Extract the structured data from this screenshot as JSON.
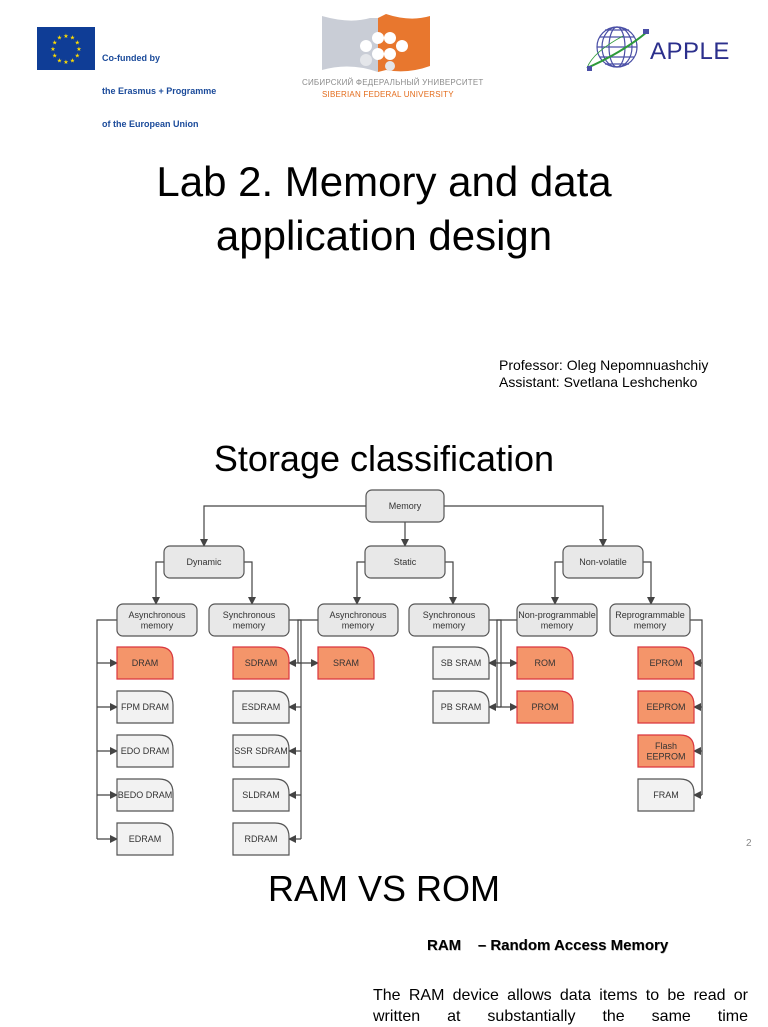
{
  "header": {
    "eu_logo": {
      "icon": "eu-flag-icon",
      "text_lines": [
        "Co-funded by",
        "the Erasmus + Programme",
        "of the European Union"
      ]
    },
    "sfu_logo": {
      "icon": "sfu-logo-icon",
      "name_ru": "СИБИРСКИЙ ФЕДЕРАЛЬНЫЙ УНИВЕРСИТЕТ",
      "name_en": "SIBERIAN FEDERAL UNIVERSITY"
    },
    "apple_logo": {
      "icon": "globe-icon",
      "text": "APPLE"
    }
  },
  "title": {
    "line1": "Lab 2. Memory and data",
    "line2": "application design"
  },
  "authors": {
    "professor": "Professor: Oleg Nepomnuashchiy",
    "assistant": "Assistant: Svetlana Leshchenko"
  },
  "storage_section": {
    "title": "Storage classification",
    "page_number": "2",
    "colors": {
      "node_fill": "#e8e8e8",
      "leaf_fill": "#f2f2f2",
      "highlight_fill": "#f4956a",
      "highlight_border": "#d9363e",
      "line": "#444444"
    },
    "diagram": {
      "root": "Memory",
      "categories": [
        {
          "label": "Dynamic",
          "subgroups": [
            {
              "label": "Asynchronous memory",
              "items": [
                {
                  "label": "DRAM",
                  "highlight": true
                },
                {
                  "label": "FPM DRAM",
                  "highlight": false
                },
                {
                  "label": "EDO DRAM",
                  "highlight": false
                },
                {
                  "label": "BEDO DRAM",
                  "highlight": false
                },
                {
                  "label": "EDRAM",
                  "highlight": false
                }
              ]
            },
            {
              "label": "Synchronous memory",
              "items": [
                {
                  "label": "SDRAM",
                  "highlight": true
                },
                {
                  "label": "ESDRAM",
                  "highlight": false
                },
                {
                  "label": "SSR SDRAM",
                  "highlight": false
                },
                {
                  "label": "SLDRAM",
                  "highlight": false
                },
                {
                  "label": "RDRAM",
                  "highlight": false
                }
              ]
            }
          ]
        },
        {
          "label": "Static",
          "subgroups": [
            {
              "label": "Asynchronous memory",
              "items": [
                {
                  "label": "SRAM",
                  "highlight": true
                }
              ]
            },
            {
              "label": "Synchronous memory",
              "items": [
                {
                  "label": "SB SRAM",
                  "highlight": false
                },
                {
                  "label": "PB SRAM",
                  "highlight": false
                }
              ]
            }
          ]
        },
        {
          "label": "Non-volatile",
          "subgroups": [
            {
              "label": "Non-programmable memory",
              "items": [
                {
                  "label": "ROM",
                  "highlight": true
                },
                {
                  "label": "PROM",
                  "highlight": true
                }
              ]
            },
            {
              "label": "Reprogrammable memory",
              "items": [
                {
                  "label": "EPROM",
                  "highlight": true
                },
                {
                  "label": "EEPROM",
                  "highlight": true
                },
                {
                  "label": "Flash EEPROM",
                  "highlight": true
                },
                {
                  "label": "FRAM",
                  "highlight": false
                }
              ]
            }
          ]
        }
      ]
    }
  },
  "ram_rom_section": {
    "title": "RAM VS ROM",
    "ram_heading": "RAM    – Random Access Memory",
    "ram_text_line1": "The RAM device allows data items to be read or",
    "ram_text_line2": "written at substantially the same time"
  }
}
